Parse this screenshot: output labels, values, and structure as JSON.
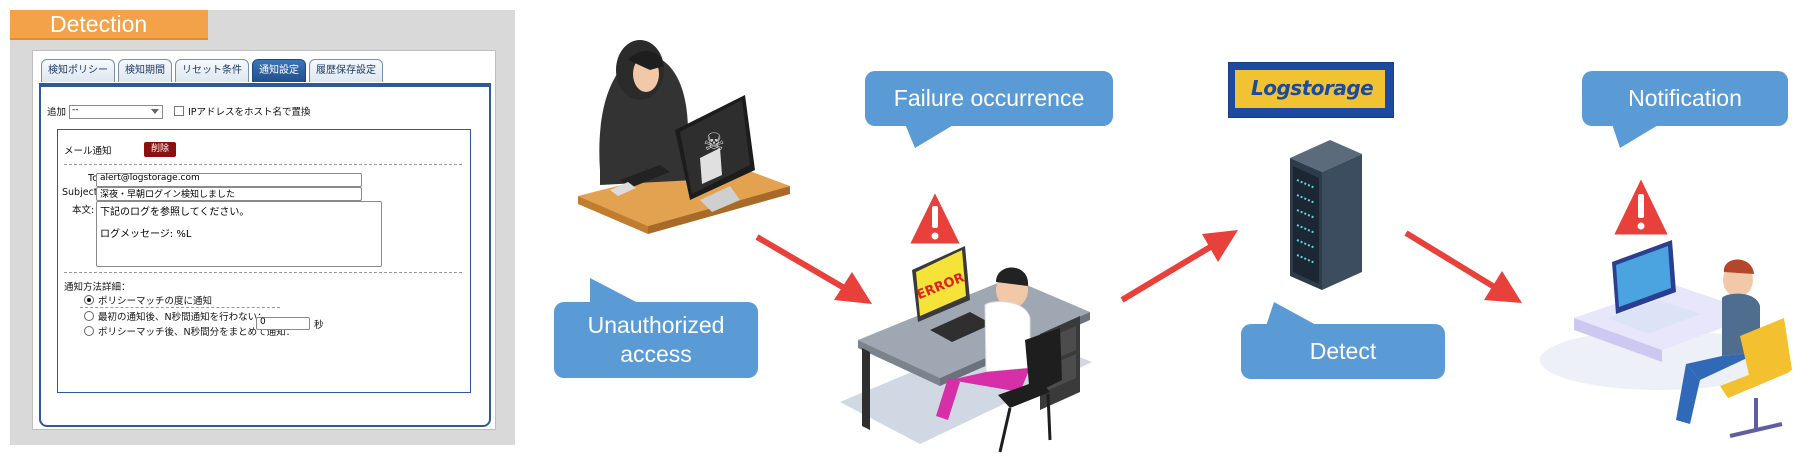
{
  "panel": {
    "title": "Detection",
    "tabs": [
      {
        "label": "検知ポリシー",
        "active": false
      },
      {
        "label": "検知期間",
        "active": false
      },
      {
        "label": "リセット条件",
        "active": false
      },
      {
        "label": "通知設定",
        "active": true
      },
      {
        "label": "履歴保存設定",
        "active": false
      }
    ],
    "add_label": "追加",
    "add_select_value": "--",
    "ip_checkbox_label": "IPアドレスをホスト名で置換",
    "mail_label": "メール通知",
    "delete_button": "削除",
    "to_label": "To:",
    "to_value": "alert@logstorage.com",
    "subject_label": "Subject:",
    "subject_value": "深夜・早朝ログイン検知しました",
    "body_label": "本文:",
    "body_line1": "下記のログを参照してください。",
    "body_line2": "ログメッセージ: %L",
    "method_label": "通知方法詳細：",
    "option1": "ポリシーマッチの度に通知",
    "option2": "最初の通知後、N秒間通知を行わない：",
    "option3": "ポリシーマッチ後、N秒間分をまとめて通知：",
    "seconds_value": "0",
    "seconds_unit": "秒"
  },
  "bubbles": {
    "unauthorized": [
      "Unauthorized",
      "access"
    ],
    "failure": "Failure occurrence",
    "detect": "Detect",
    "notification": "Notification"
  },
  "logo_text": "Logstorage",
  "error_text": "ERROR",
  "colors": {
    "bubble": "#5b9bd5",
    "arrow": "#e8403a",
    "header": "#f4a24a",
    "tab_active": "#2c5a96",
    "logo_bg": "#1b4aa0",
    "logo_yellow": "#f1c232"
  },
  "icons": [
    "hacker-icon",
    "warning-icon",
    "error-monitor-icon",
    "server-rack-icon",
    "notification-user-icon"
  ]
}
